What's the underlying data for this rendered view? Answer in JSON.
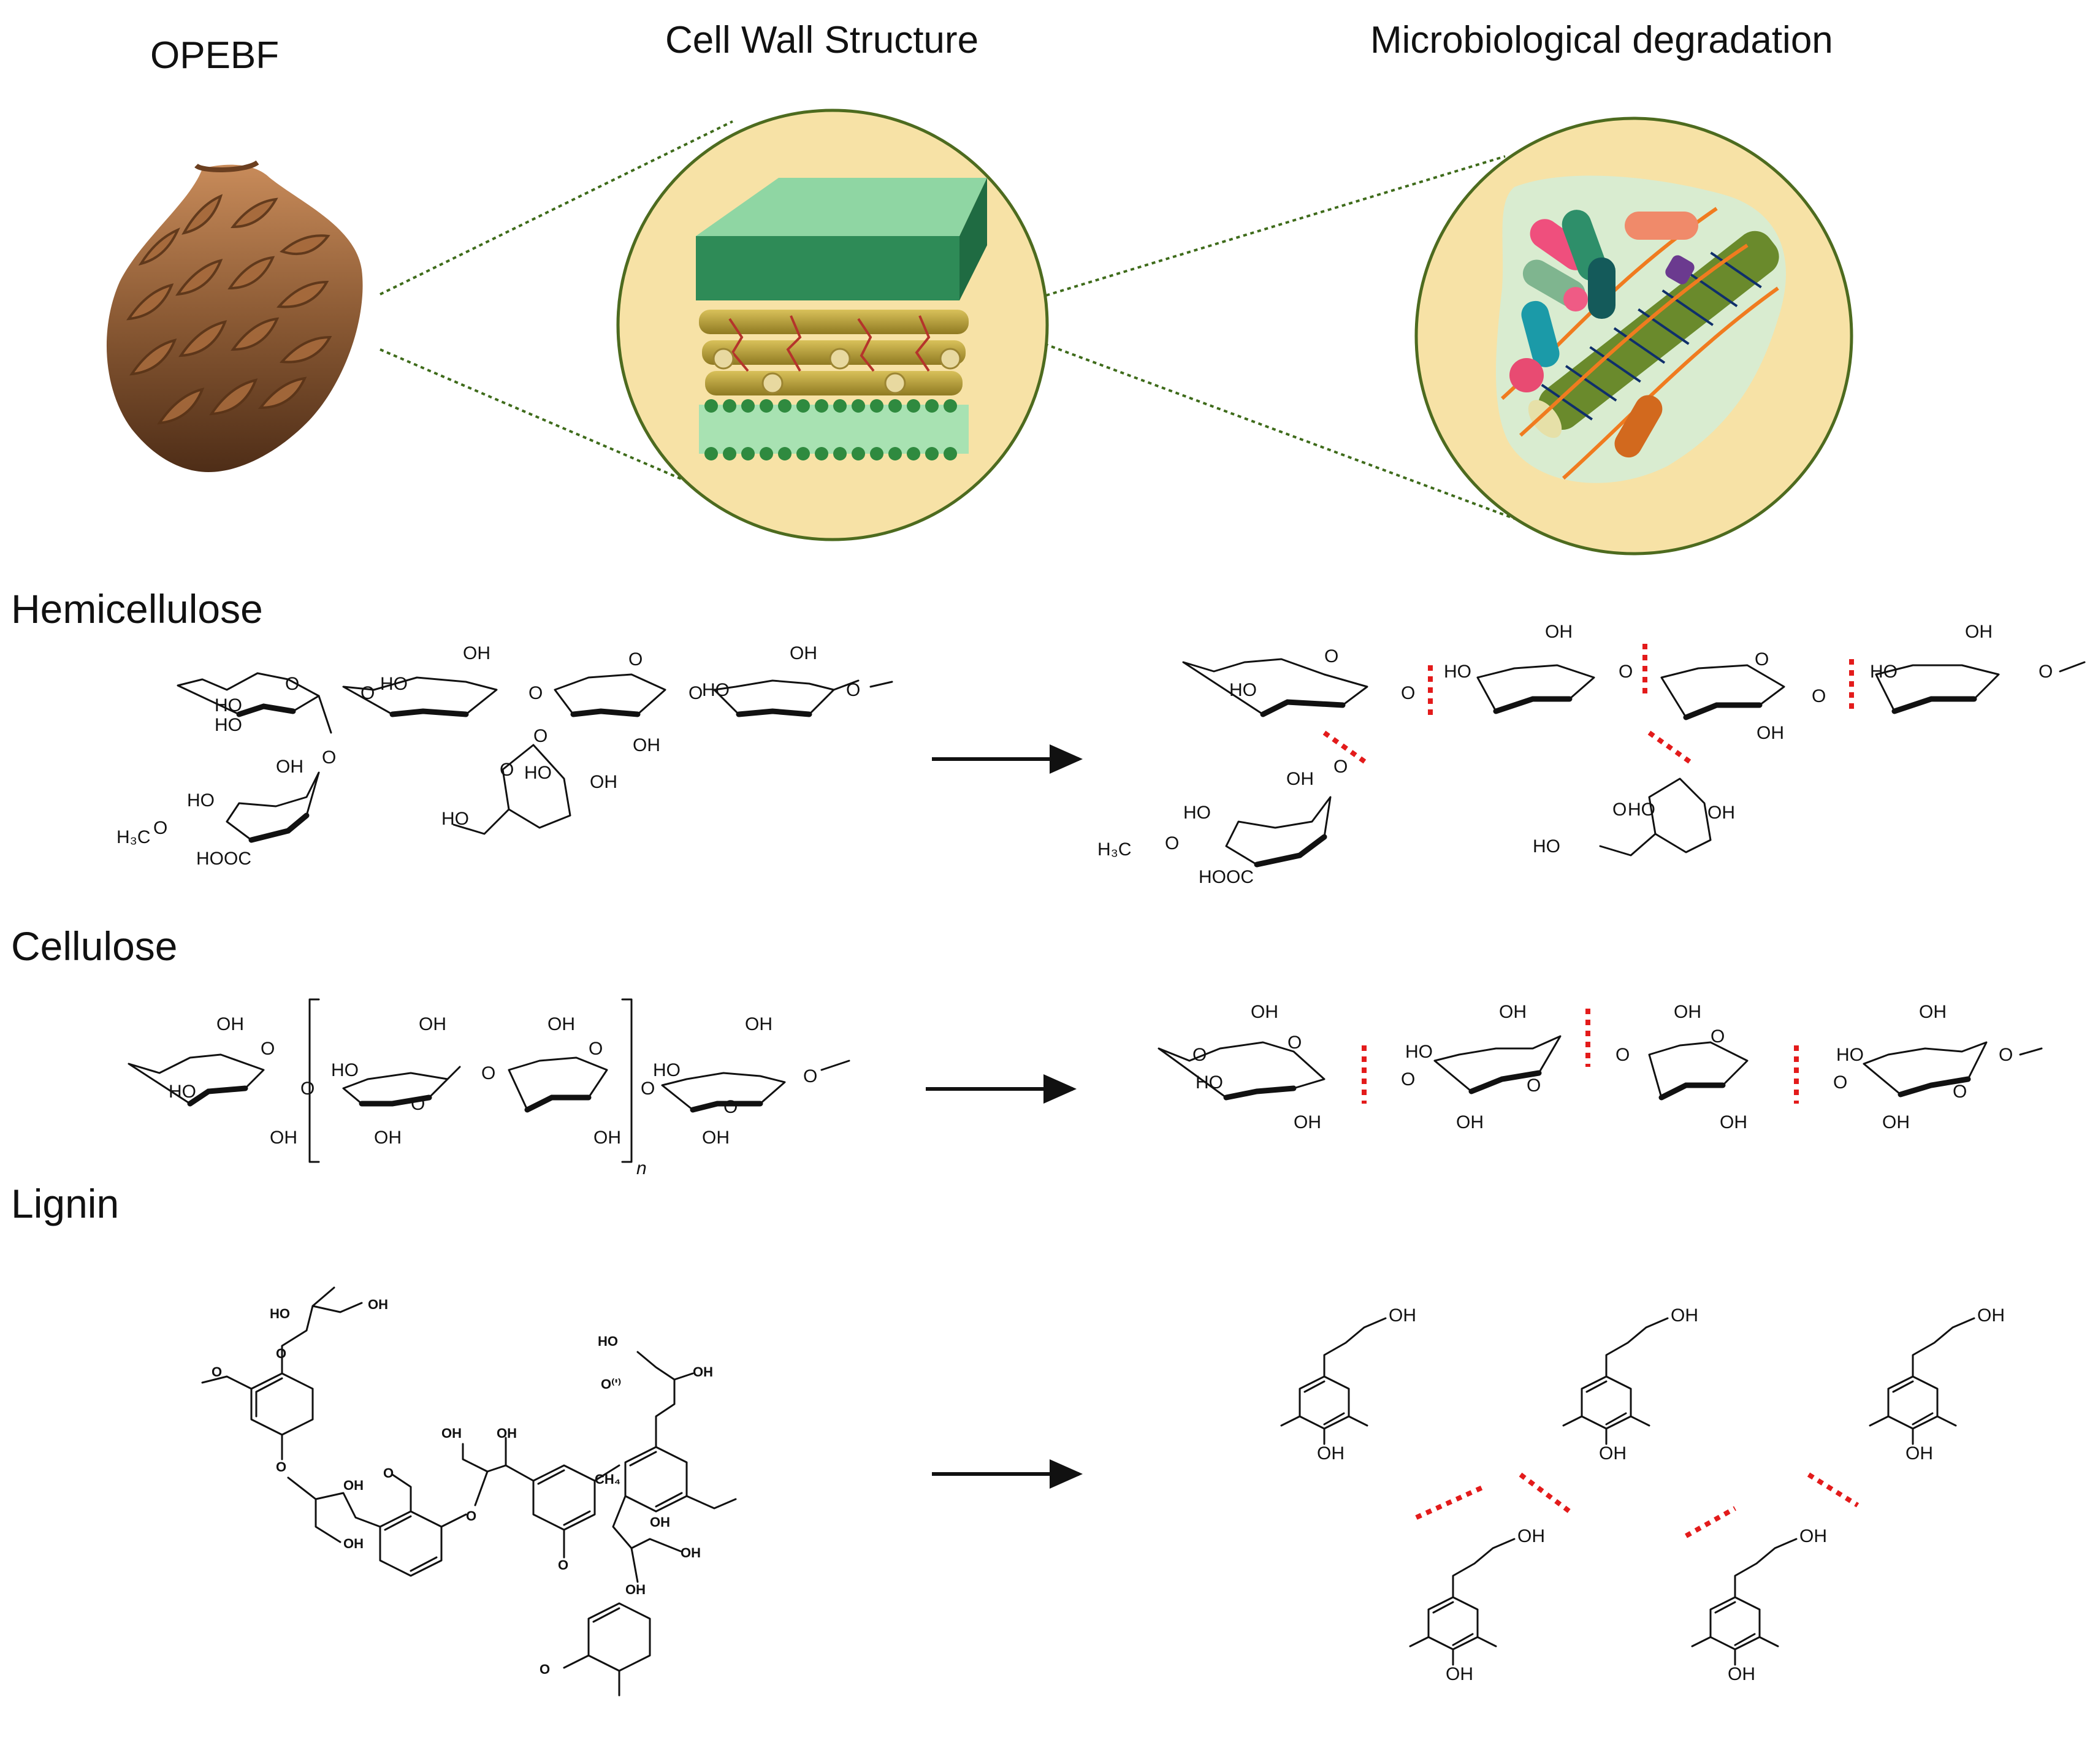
{
  "headings": {
    "opebf": "OPEBF",
    "cell_wall": "Cell Wall Structure",
    "microbial": "Microbiological degradation"
  },
  "sections": {
    "hemicellulose": "Hemicellulose",
    "cellulose": "Cellulose",
    "lignin": "Lignin"
  },
  "labels": {
    "oh": "OH",
    "ho": "HO",
    "o": "O",
    "methyl": "H₃C",
    "cooh": "HOOC",
    "ch4": "CH₄",
    "o_radical": "O⁽ʹ⁾",
    "repeat_n": "n"
  },
  "colors": {
    "cleavage": "#e31b1b",
    "circle_fill": "#f7e2a6",
    "circle_stroke": "#4d6b1f",
    "zoom_line": "#3e6b1a",
    "fiber_brown": "#8b5a34"
  },
  "icons": [
    "palm-fruit-bunch-icon",
    "cell-wall-layers-icon",
    "microbes-degrading-fiber-icon",
    "reaction-arrow-icon",
    "cleavage-mark-icon"
  ]
}
